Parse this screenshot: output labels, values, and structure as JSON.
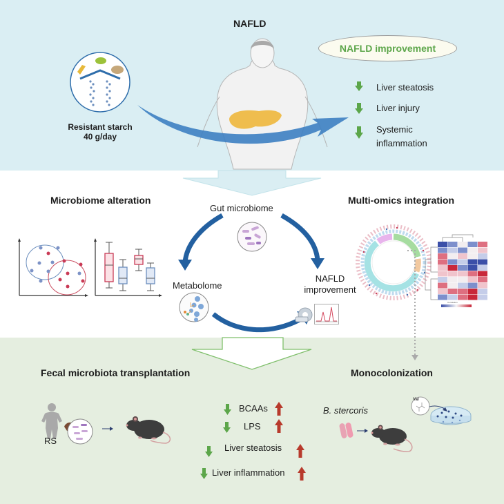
{
  "top": {
    "title": "NAFLD",
    "intervention": {
      "line1": "Resistant starch",
      "line2": "40 g/day"
    },
    "badge": "NAFLD improvement",
    "outcomes": [
      {
        "label": "Liver steatosis",
        "direction": "down"
      },
      {
        "label": "Liver injury",
        "direction": "down"
      },
      {
        "label": "Systemic",
        "label2": "inflammation",
        "direction": "down"
      }
    ]
  },
  "middle": {
    "left_title": "Microbiome alteration",
    "right_title": "Multi-omics integration",
    "cycle": {
      "top": "Gut microbiome",
      "left": "Metabolome",
      "right_line1": "NAFLD",
      "right_line2": "improvement"
    },
    "heatmap_legend": "Correlation"
  },
  "bottom": {
    "left_title": "Fecal microbiota transplantation",
    "right_title": "Monocolonization",
    "donor_label": "RS",
    "species": "B. stercoris",
    "molecule_label": "Val",
    "fmt_outcomes": [
      {
        "label": "BCAAs",
        "mark_ours": "down",
        "mark_control": "up"
      },
      {
        "label": "LPS",
        "mark_ours": "down",
        "mark_control": "up"
      },
      {
        "label": "Liver steatosis",
        "mark_ours": "down",
        "mark_control": "up"
      },
      {
        "label": "Liver inflammation",
        "mark_ours": "down",
        "mark_control": "up"
      }
    ]
  },
  "colors": {
    "top_bg": "#daeef3",
    "bottom_bg": "#e5eee0",
    "down_arrow": "#5ca64a",
    "up_arrow": "#b83a2c",
    "blue_arrow": "#2f6eab",
    "accent_green": "#5ca64a"
  }
}
